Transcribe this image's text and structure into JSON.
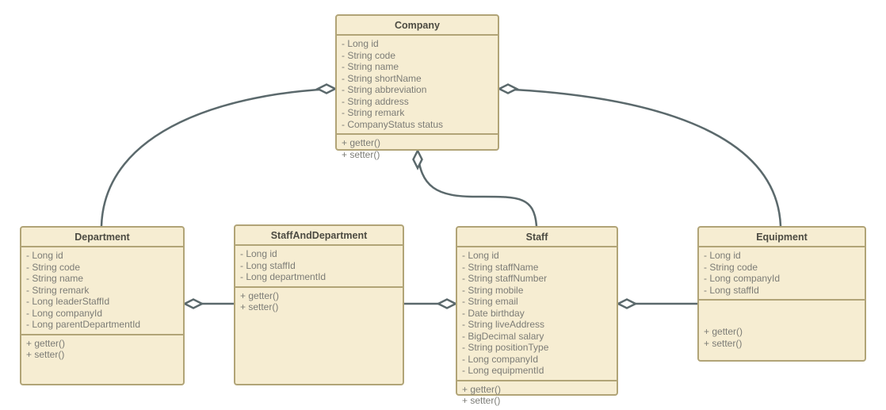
{
  "diagram": {
    "kind": "uml-class-diagram",
    "background": "#ffffff",
    "colors": {
      "box_fill": "#f6edd2",
      "box_border": "#b1a477",
      "edge_line": "#5b696c",
      "title_text": "#4c4b42",
      "member_text": "#7c7c76"
    },
    "classes": [
      {
        "name": "Company",
        "attributes": [
          "- Long id",
          "- String code",
          "- String name",
          "- String shortName",
          "- String abbreviation",
          "- String address",
          "- String remark",
          "- CompanyStatus status"
        ],
        "methods": [
          "+ getter()",
          "+ setter()"
        ]
      },
      {
        "name": "Department",
        "attributes": [
          "- Long id",
          "- String code",
          "- String name",
          "- String remark",
          "- Long leaderStaffId",
          "- Long companyId",
          "- Long parentDepartmentId"
        ],
        "methods": [
          "+ getter()",
          "+ setter()"
        ]
      },
      {
        "name": "StaffAndDepartment",
        "attributes": [
          "- Long id",
          "- Long staffId",
          "- Long departmentId"
        ],
        "methods": [
          "+ getter()",
          "+ setter()"
        ]
      },
      {
        "name": "Staff",
        "attributes": [
          "- Long id",
          "- String staffName",
          "- String staffNumber",
          "- String mobile",
          "- String email",
          "- Date birthday",
          "- String liveAddress",
          "- BigDecimal salary",
          "- String positionType",
          "- Long companyId",
          "- Long equipmentId"
        ],
        "methods": [
          "+ getter()",
          "+ setter()"
        ]
      },
      {
        "name": "Equipment",
        "attributes": [
          "- Long id",
          "- String code",
          "- Long companyId",
          "- Long staffId"
        ],
        "methods": [
          "+ getter()",
          "+ setter()"
        ]
      }
    ],
    "relationships": [
      {
        "from": "Company",
        "to": "Department",
        "type": "aggregation",
        "diamond_at": "Company"
      },
      {
        "from": "Company",
        "to": "Staff",
        "type": "aggregation",
        "diamond_at": "Company"
      },
      {
        "from": "Company",
        "to": "Equipment",
        "type": "aggregation",
        "diamond_at": "Company"
      },
      {
        "from": "Department",
        "to": "StaffAndDepartment",
        "type": "aggregation",
        "diamond_at": "Department"
      },
      {
        "from": "StaffAndDepartment",
        "to": "Staff",
        "type": "aggregation",
        "diamond_at": "Staff"
      },
      {
        "from": "Staff",
        "to": "Equipment",
        "type": "aggregation",
        "diamond_at": "Staff"
      }
    ]
  }
}
